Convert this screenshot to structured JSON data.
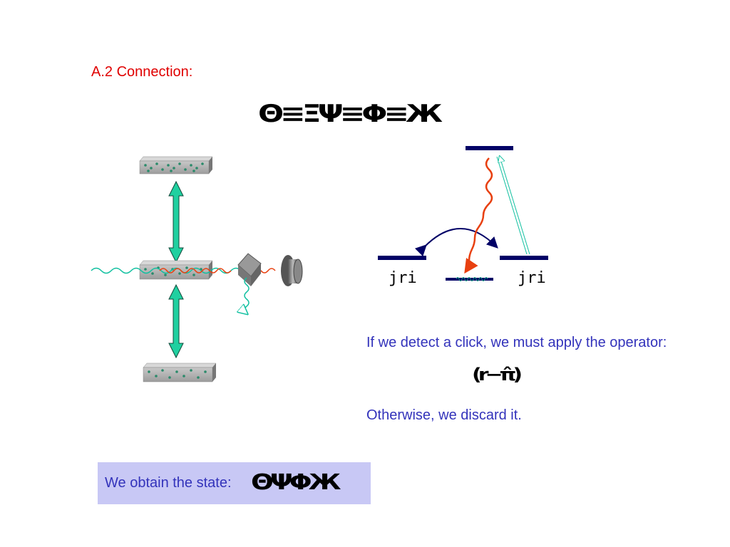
{
  "header": {
    "section_title": "A.2 Connection:",
    "formula_top": "Θ≡ΞΨ≡Φ≡Ж"
  },
  "levels": {
    "left_label": "jri",
    "right_label": "jri"
  },
  "text": {
    "click_instruction": "If we detect a click, we must apply the operator:",
    "operator_formula": "(r−π̂)",
    "discard_instruction": "Otherwise, we discard it."
  },
  "result": {
    "label": "We obtain the state:",
    "state_formula": "ΘΨΦЖ"
  },
  "colors": {
    "title": "#e00000",
    "body_text": "#3333bb",
    "level_bar": "#000066",
    "photon_red": "#e84010",
    "photon_green": "#10c0a0",
    "arrow_green": "#20d0a0",
    "result_box": "#c8c8f5"
  }
}
